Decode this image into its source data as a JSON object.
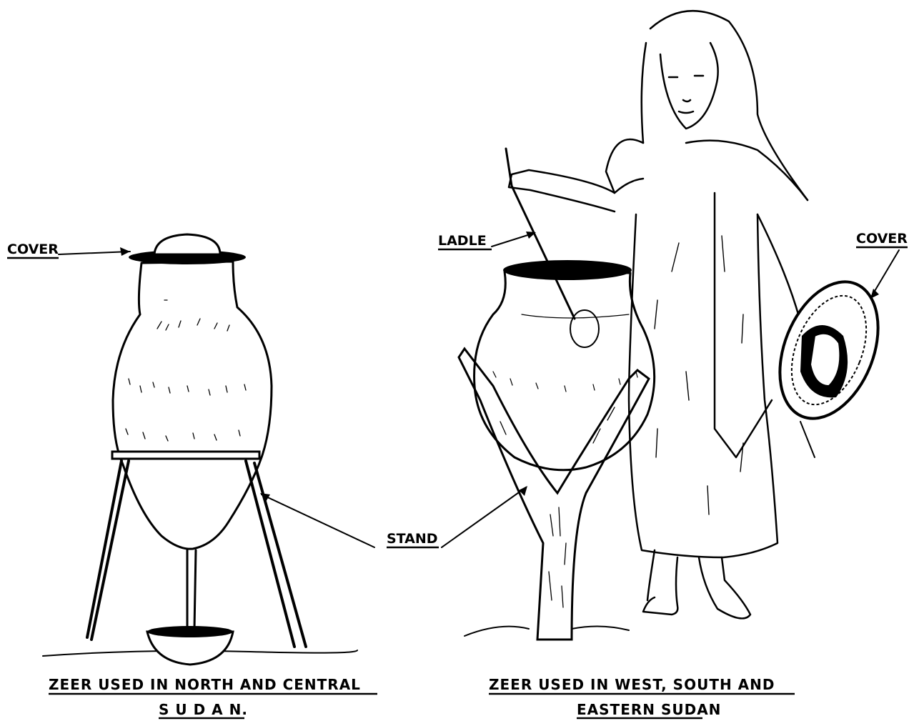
{
  "labels": {
    "cover_left": "COVER",
    "ladle": "LADLE",
    "cover_right": "COVER",
    "stand": "STAND"
  },
  "captions": {
    "left_line1": "ZEER USED IN NORTH AND CENTRAL",
    "left_line2": "S U D A N.",
    "right_line1": "ZEER USED IN WEST, SOUTH AND",
    "right_line2": "EASTERN SUDAN"
  },
  "colors": {
    "ink": "#000000",
    "paper": "#ffffff"
  }
}
